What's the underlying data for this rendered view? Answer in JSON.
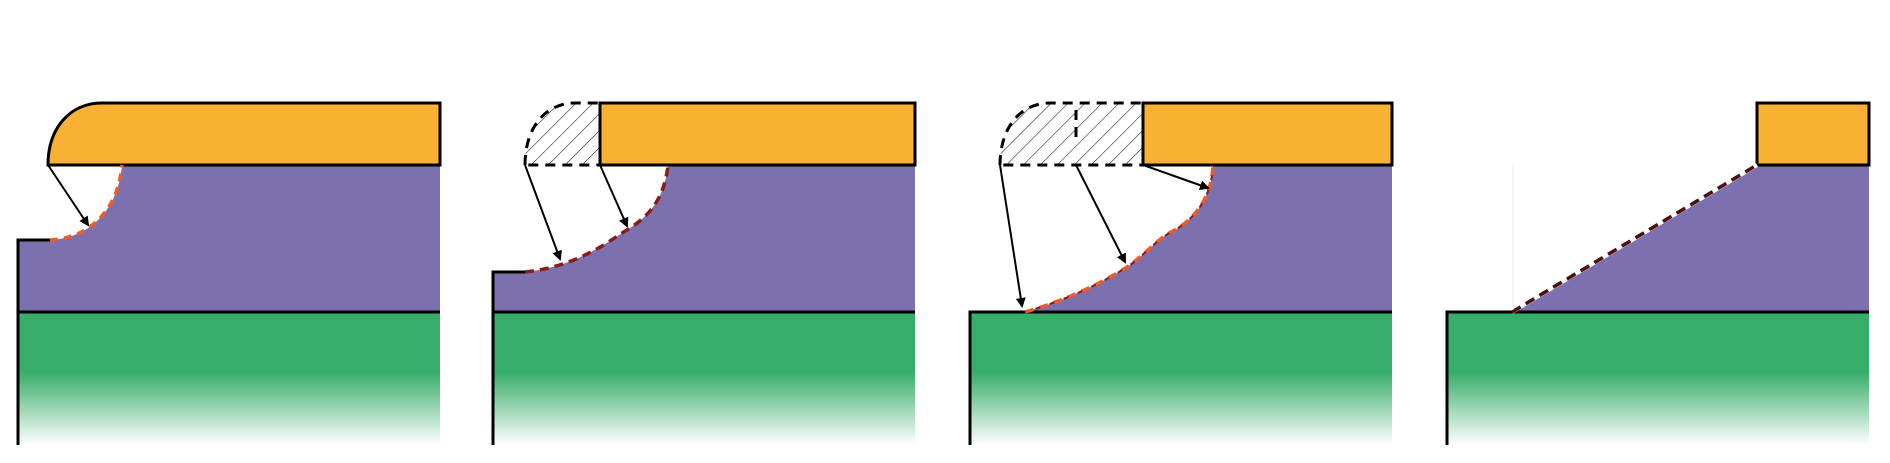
{
  "colors": {
    "background": "#ffffff",
    "mask": "#f8b133",
    "film": "#7c70ae",
    "substrate": "#36ad68",
    "outline": "#000000",
    "etch_front_dash_a": "#f15a24",
    "etch_front_dash_b": "#8b1a1a",
    "arrow": "#000000"
  },
  "panels": [
    {
      "id": "stage-1",
      "mask_edge": "rounded",
      "eroded_mask_hatched": false,
      "arrows": 1,
      "film_profile": "undercut-concave"
    },
    {
      "id": "stage-2",
      "mask_edge": "square",
      "eroded_mask_hatched": true,
      "arrows": 2,
      "film_profile": "undercut-deeper"
    },
    {
      "id": "stage-3",
      "mask_edge": "square",
      "eroded_mask_hatched": true,
      "arrows": 3,
      "film_profile": "undercut-to-substrate"
    },
    {
      "id": "stage-4",
      "mask_edge": "square",
      "eroded_mask_hatched": false,
      "arrows": 0,
      "film_profile": "straight-taper"
    }
  ]
}
